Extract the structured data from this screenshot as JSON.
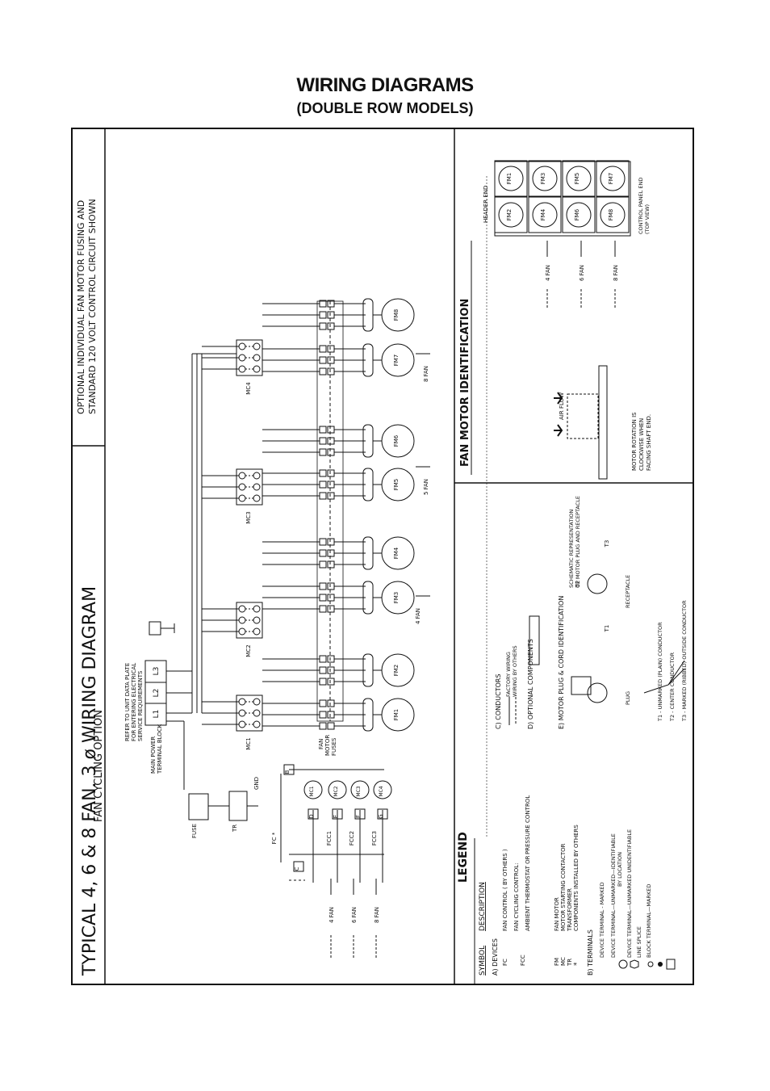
{
  "header": {
    "title": "WIRING DIAGRAMS",
    "subtitle": "(DOUBLE ROW MODELS)"
  },
  "sheet": {
    "main_title": "TYPICAL  4, 6 & 8  FAN.  3 ø  WIRING  DIAGRAM",
    "main_subtitle": "FAN CYCLING OPTION",
    "optional_note_line1": "OPTIONAL  INDIVIDUAL  FAN  MOTOR  FUSING  AND",
    "optional_note_line2": "STANDARD  120  VOLT  CONTROL  CIRCUIT  SHOWN"
  },
  "schematic": {
    "refer_note_1": "REFER TO UNIT DATA PLATE",
    "refer_note_2": "FOR ENTERING ELECTRICAL",
    "refer_note_3": "SERVICE REQUIREMENTS",
    "main_power_1": "MAIN POWER",
    "main_power_2": "TERMINAL BLOCK",
    "fuse_label": "FUSE",
    "tr_label": "TR",
    "gnd_label": "GND",
    "fan_motor_fuses_1": "FAN",
    "fan_motor_fuses_2": "MOTOR",
    "fan_motor_fuses_3": "FUSES",
    "terminals": [
      "L1",
      "L2",
      "L3"
    ],
    "contactors": [
      "MC1",
      "MC2",
      "MC3",
      "MC4"
    ],
    "fan_motors": [
      "FM1",
      "FM2",
      "FM3",
      "FM4",
      "FM5",
      "FM6",
      "FM7",
      "FM8"
    ],
    "coils": [
      "MC1",
      "MC2",
      "MC3",
      "MC4"
    ],
    "fc_labels": [
      "FC *",
      "FCC1",
      "FCC2",
      "FCC3"
    ],
    "control_terminals": [
      "B",
      "D",
      "E",
      "F",
      "G",
      "C"
    ],
    "fan_group_labels": [
      "4 FAN",
      "6 FAN",
      "8 FAN"
    ],
    "fan_tag_labels": [
      "4 FAN",
      "5 FAN",
      "8 FAN"
    ]
  },
  "legend": {
    "title": "LEGEND",
    "symbol_header": "SYMBOL",
    "description_header": "DESCRIPTION",
    "a_devices": "A)  DEVICES",
    "fc_code": "FC",
    "fc_desc": "FAN CONTROL  ( BY OTHERS )",
    "fcc_code": "FCC",
    "fcc_desc": "FAN CYCLING CONTROL:",
    "ambient": "AMBIENT THERMOSTAT  OR",
    "pressure": "PRESSURE CONTROL",
    "fm_code": "FM",
    "fm_desc": "FAN MOTOR",
    "mc_code": "MC",
    "mc_desc": "MOTOR STARTING CONTACTOR",
    "tr_code": "TR",
    "tr_desc": "TRANSFORMER",
    "star_code": "*",
    "star_desc": "COMPONENTS INSTALLED BY OTHERS",
    "b_terminals": "B)  TERMINALS",
    "t1": "DEVICE TERMINAL - MARKED",
    "t2": "DEVICE TERMINAL—UNMARKED—IDENTIFIABLE",
    "t2b": "BY LOCATION",
    "t3": "DEVICE TERMINAL—UNMARKED UNIDENTIFIABLE",
    "t4": "LINE SPLICE",
    "t5": "BLOCK TERMINAL—MARKED",
    "c_conductors": "C)  CONDUCTORS",
    "factory_wiring": "FACTORY WIRING",
    "others_wiring": "WIRING BY OTHERS",
    "d_optional": "D)  OPTIONAL  COMPONENTS",
    "e_plug": "E)  MOTOR PLUG & CORD IDENTIFICATION",
    "schematic_rep_1": "SCHEMATIC REPRESENTATION",
    "schematic_rep_2": "OF MOTOR PLUG AND RECEPTACLE",
    "plug": "PLUG",
    "receptacle": "RECEPTACLE",
    "t_list_1": "T1  -  UNMARKED (PLAIN) CONDUCTOR",
    "t_list_2": "T2  -  CENTER CONDUCTOR",
    "t_list_3": "T3  -  MARKED (RIBBED) OUTSIDE CONDUCTOR",
    "t_tags": [
      "T1",
      "T2",
      "T3"
    ]
  },
  "fan_id": {
    "title": "FAN  MOTOR  IDENTIFICATION",
    "air_flow": "AIR FLOW",
    "rotation_1": "MOTOR ROTATION IS",
    "rotation_2": "CLOCKWISE WHEN",
    "rotation_3": "FACING SHAFT END.",
    "header_end": "HEADER END",
    "control_panel_1": "CONTROL PANEL END",
    "control_panel_2": "(TOP VIEW)",
    "grid_motors": [
      "FM1",
      "FM2",
      "FM3",
      "FM4",
      "FM5",
      "FM6",
      "FM7",
      "FM8"
    ],
    "fan_rows": [
      "4 FAN",
      "6 FAN",
      "8 FAN"
    ]
  }
}
